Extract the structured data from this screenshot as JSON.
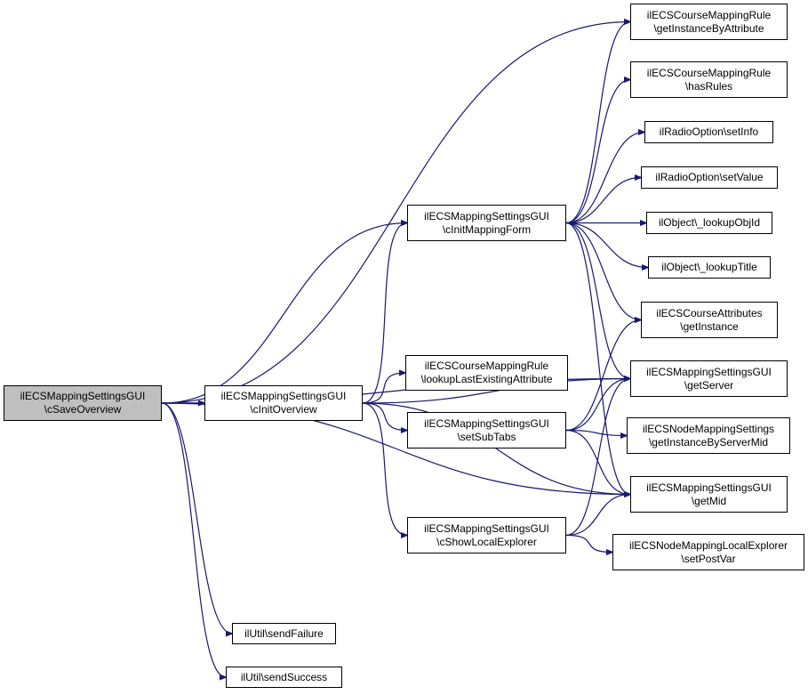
{
  "colors": {
    "edge": "#191970",
    "root_fill": "#bfbfbf",
    "node_fill": "#ffffff",
    "border": "#000000"
  },
  "nodes": {
    "saveOverview": {
      "l1": "ilECSMappingSettingsGUI",
      "l2": "\\cSaveOverview"
    },
    "initOverview": {
      "l1": "ilECSMappingSettingsGUI",
      "l2": "\\cInitOverview"
    },
    "initMappingForm": {
      "l1": "ilECSMappingSettingsGUI",
      "l2": "\\cInitMappingForm"
    },
    "lookupLastAttr": {
      "l1": "ilECSCourseMappingRule",
      "l2": "\\lookupLastExistingAttribute"
    },
    "setSubTabs": {
      "l1": "ilECSMappingSettingsGUI",
      "l2": "\\setSubTabs"
    },
    "showLocalExplorer": {
      "l1": "ilECSMappingSettingsGUI",
      "l2": "\\cShowLocalExplorer"
    },
    "sendFailure": {
      "l1": "ilUtil\\sendFailure"
    },
    "sendSuccess": {
      "l1": "ilUtil\\sendSuccess"
    },
    "getInstanceByAttr": {
      "l1": "ilECSCourseMappingRule",
      "l2": "\\getInstanceByAttribute"
    },
    "hasRules": {
      "l1": "ilECSCourseMappingRule",
      "l2": "\\hasRules"
    },
    "setInfo": {
      "l1": "ilRadioOption\\setInfo"
    },
    "setValue": {
      "l1": "ilRadioOption\\setValue"
    },
    "lookupObjId": {
      "l1": "ilObject\\_lookupObjId"
    },
    "lookupTitle": {
      "l1": "ilObject\\_lookupTitle"
    },
    "attrGetInstance": {
      "l1": "ilECSCourseAttributes",
      "l2": "\\getInstance"
    },
    "getServer": {
      "l1": "ilECSMappingSettingsGUI",
      "l2": "\\getServer"
    },
    "getInstanceByServer": {
      "l1": "ilECSNodeMappingSettings",
      "l2": "\\getInstanceByServerMid"
    },
    "getMid": {
      "l1": "ilECSMappingSettingsGUI",
      "l2": "\\getMid"
    },
    "setPostVar": {
      "l1": "ilECSNodeMappingLocalExplorer",
      "l2": "\\setPostVar"
    }
  },
  "edges": [
    [
      "saveOverview",
      "initOverview"
    ],
    [
      "saveOverview",
      "initMappingForm"
    ],
    [
      "saveOverview",
      "getInstanceByAttr"
    ],
    [
      "saveOverview",
      "getServer"
    ],
    [
      "saveOverview",
      "getMid"
    ],
    [
      "saveOverview",
      "sendFailure"
    ],
    [
      "saveOverview",
      "sendSuccess"
    ],
    [
      "initOverview",
      "initMappingForm"
    ],
    [
      "initOverview",
      "lookupLastAttr"
    ],
    [
      "initOverview",
      "setSubTabs"
    ],
    [
      "initOverview",
      "showLocalExplorer"
    ],
    [
      "initOverview",
      "getServer"
    ],
    [
      "initOverview",
      "getMid"
    ],
    [
      "initMappingForm",
      "getInstanceByAttr"
    ],
    [
      "initMappingForm",
      "hasRules"
    ],
    [
      "initMappingForm",
      "setInfo"
    ],
    [
      "initMappingForm",
      "setValue"
    ],
    [
      "initMappingForm",
      "lookupObjId"
    ],
    [
      "initMappingForm",
      "lookupTitle"
    ],
    [
      "initMappingForm",
      "attrGetInstance"
    ],
    [
      "initMappingForm",
      "getServer"
    ],
    [
      "initMappingForm",
      "getMid"
    ],
    [
      "setSubTabs",
      "attrGetInstance"
    ],
    [
      "setSubTabs",
      "getServer"
    ],
    [
      "setSubTabs",
      "getInstanceByServer"
    ],
    [
      "setSubTabs",
      "getMid"
    ],
    [
      "showLocalExplorer",
      "getServer"
    ],
    [
      "showLocalExplorer",
      "getMid"
    ],
    [
      "showLocalExplorer",
      "setPostVar"
    ]
  ]
}
